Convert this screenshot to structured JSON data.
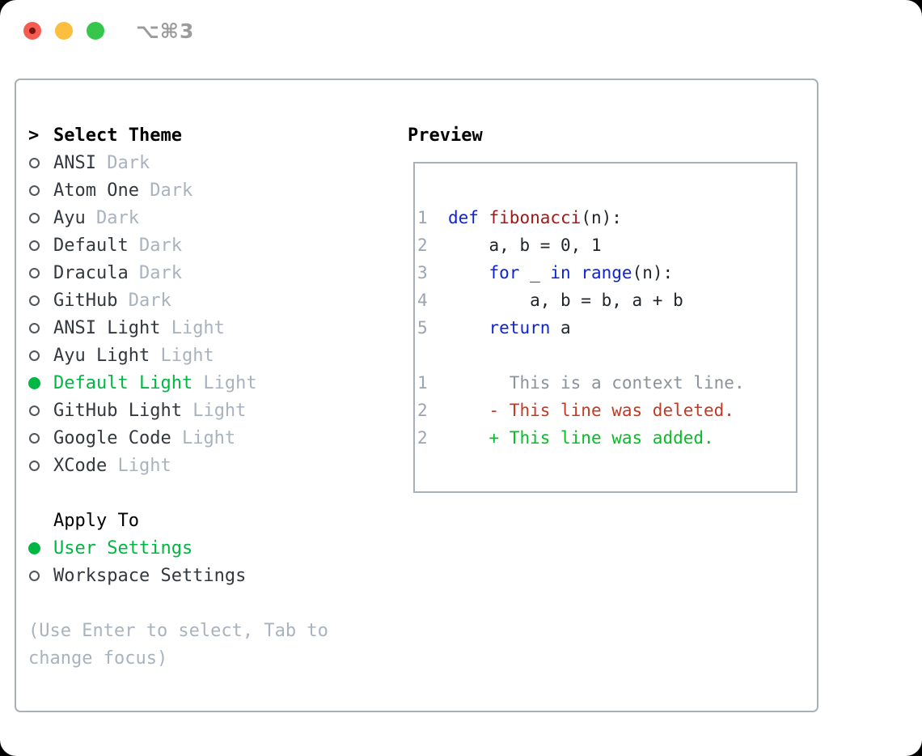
{
  "window": {
    "title": "⌥⌘3",
    "traffic_lights": [
      {
        "name": "close-button",
        "color": "#f45c51"
      },
      {
        "name": "minimize-button",
        "color": "#fbbe3e"
      },
      {
        "name": "zoom-button",
        "color": "#35c64b"
      }
    ]
  },
  "theme_selector": {
    "header_marker": ">",
    "header": "Select Theme",
    "items": [
      {
        "name": "ANSI",
        "variant": "Dark",
        "selected": false
      },
      {
        "name": "Atom One",
        "variant": "Dark",
        "selected": false
      },
      {
        "name": "Ayu",
        "variant": "Dark",
        "selected": false
      },
      {
        "name": "Default",
        "variant": "Dark",
        "selected": false
      },
      {
        "name": "Dracula",
        "variant": "Dark",
        "selected": false
      },
      {
        "name": "GitHub",
        "variant": "Dark",
        "selected": false
      },
      {
        "name": "ANSI Light",
        "variant": "Light",
        "selected": false
      },
      {
        "name": "Ayu Light",
        "variant": "Light",
        "selected": false
      },
      {
        "name": "Default Light",
        "variant": "Light",
        "selected": true
      },
      {
        "name": "GitHub Light",
        "variant": "Light",
        "selected": false
      },
      {
        "name": "Google Code",
        "variant": "Light",
        "selected": false
      },
      {
        "name": "XCode",
        "variant": "Light",
        "selected": false
      }
    ],
    "apply_to": {
      "header": "Apply To",
      "items": [
        {
          "name": "User Settings",
          "selected": true
        },
        {
          "name": "Workspace Settings",
          "selected": false
        }
      ]
    },
    "help": [
      "(Use Enter to select, Tab to",
      "change focus)"
    ]
  },
  "preview": {
    "header": "Preview",
    "code_lines": [
      [
        {
          "t": "1  ",
          "c": "ln"
        },
        {
          "t": "def ",
          "c": "kw"
        },
        {
          "t": "fibonacci",
          "c": "fn"
        },
        {
          "t": "(n):",
          "c": "tx"
        }
      ],
      [
        {
          "t": "2",
          "c": "ln"
        },
        {
          "t": "      a, b = 0, 1",
          "c": "tx"
        }
      ],
      [
        {
          "t": "3",
          "c": "ln"
        },
        {
          "t": "      ",
          "c": "tx"
        },
        {
          "t": "for",
          "c": "kw"
        },
        {
          "t": " _ ",
          "c": "tx"
        },
        {
          "t": "in",
          "c": "kw"
        },
        {
          "t": " ",
          "c": "tx"
        },
        {
          "t": "range",
          "c": "kw"
        },
        {
          "t": "(n):",
          "c": "tx"
        }
      ],
      [
        {
          "t": "4",
          "c": "ln"
        },
        {
          "t": "          a, b = b, a + b",
          "c": "tx"
        }
      ],
      [
        {
          "t": "5",
          "c": "ln"
        },
        {
          "t": "      ",
          "c": "tx"
        },
        {
          "t": "return",
          "c": "kw"
        },
        {
          "t": " a",
          "c": "tx"
        }
      ],
      [],
      [
        {
          "t": "1",
          "c": "ln"
        },
        {
          "t": "        This is a context line.",
          "c": "ctx"
        }
      ],
      [
        {
          "t": "2",
          "c": "ln"
        },
        {
          "t": "      ",
          "c": "tx"
        },
        {
          "t": "- This line was deleted.",
          "c": "del"
        }
      ],
      [
        {
          "t": "2",
          "c": "ln"
        },
        {
          "t": "      ",
          "c": "tx"
        },
        {
          "t": "+ This line was added.",
          "c": "add"
        }
      ]
    ]
  },
  "colors": {
    "selected_green": "#00b841",
    "keyword_blue": "#0d23da",
    "function_red": "#a61717",
    "deleted_red": "#c23a22",
    "added_green": "#06bd26",
    "muted_gray": "#a9b3bf",
    "line_number_gray": "#9aa4b2",
    "panel_border": "#a9b0ba"
  }
}
